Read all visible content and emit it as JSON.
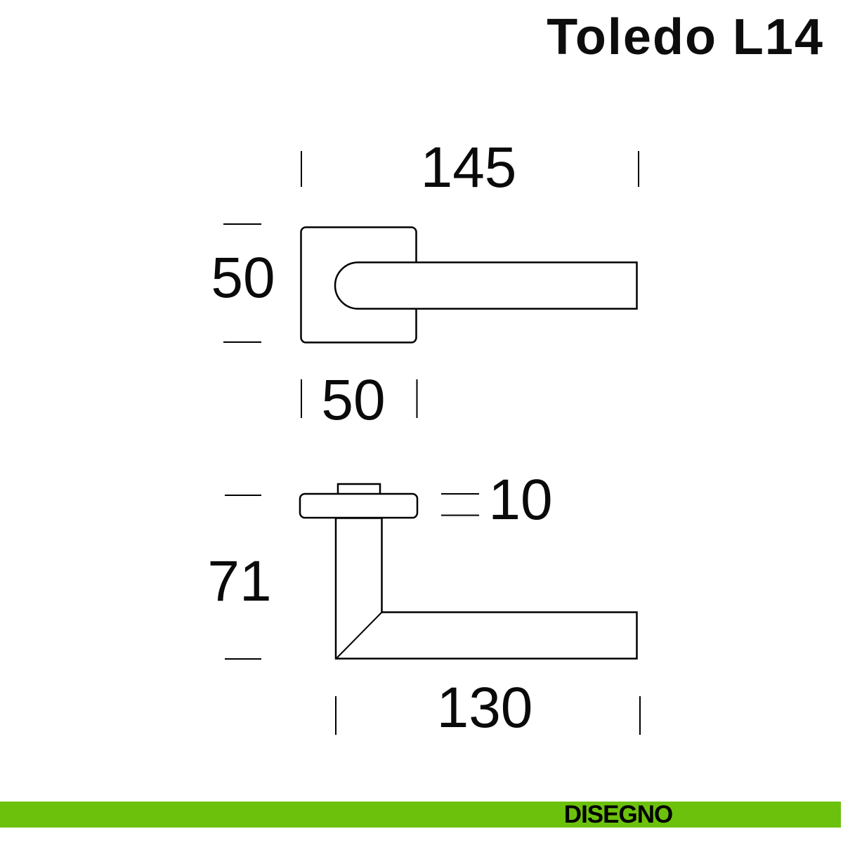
{
  "title": "Toledo L14",
  "views": {
    "front": {
      "dim_total_length": "145",
      "dim_rose_height": "50",
      "dim_rose_width": "50"
    },
    "side": {
      "dim_rose_thickness": "10",
      "dim_projection": "71",
      "dim_lever_length": "130"
    }
  },
  "footer": {
    "brand": "DISEGNO"
  },
  "colors": {
    "accent_green": "#6cc10c",
    "line": "#000000",
    "background": "#ffffff"
  }
}
